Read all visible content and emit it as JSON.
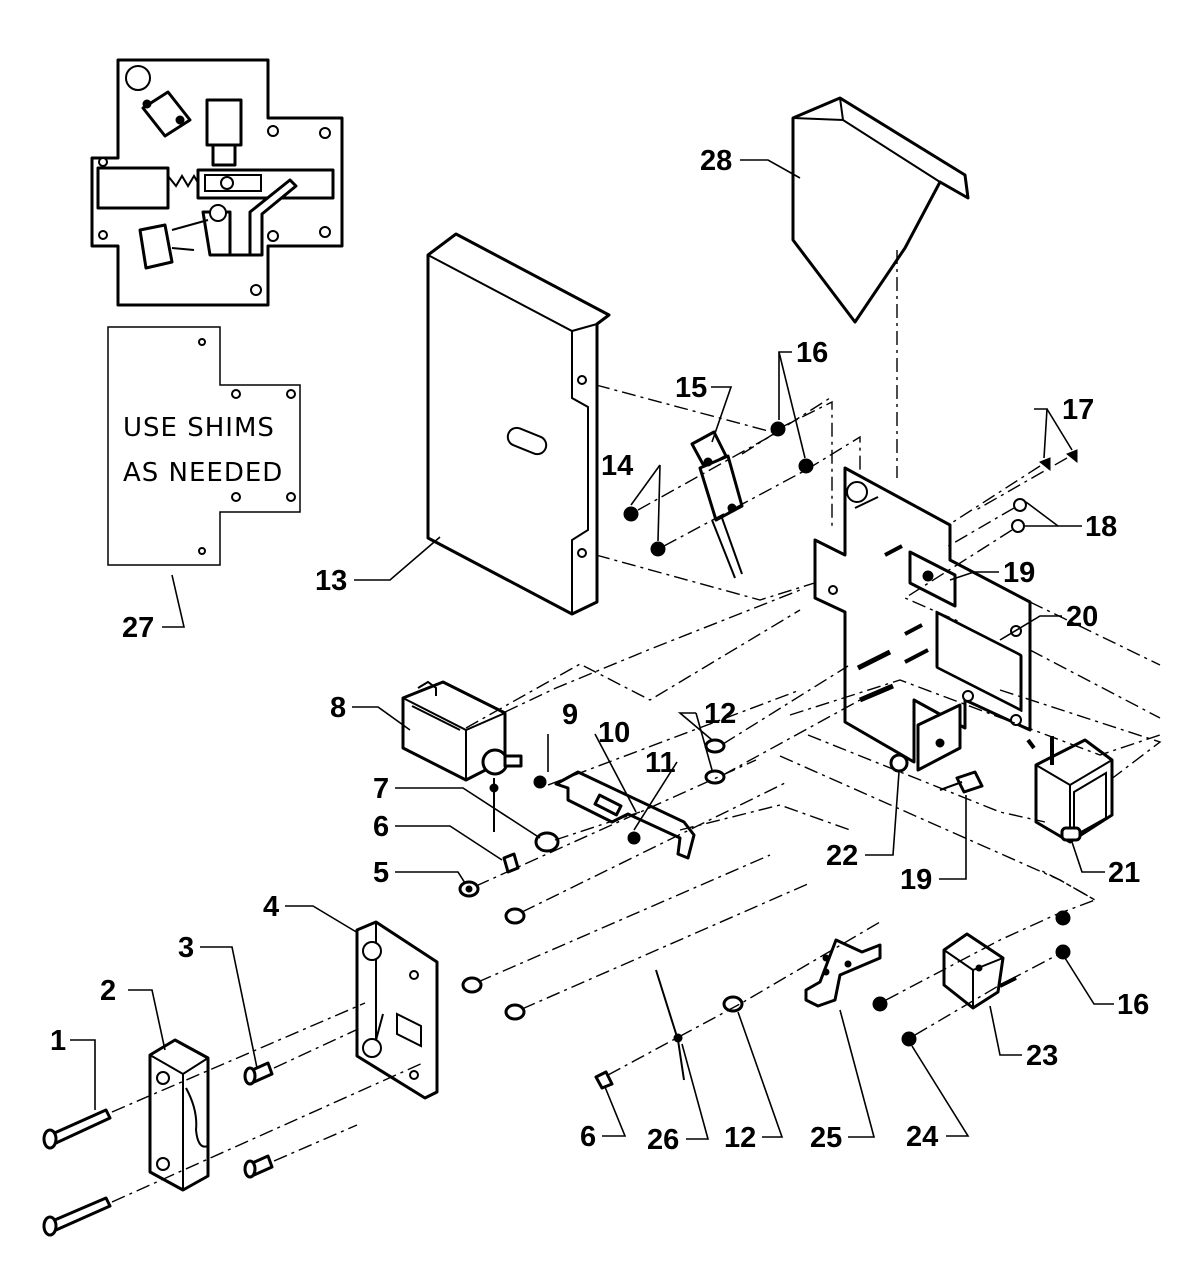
{
  "note": {
    "line1": "USE SHIMS",
    "line2": "AS NEEDED"
  },
  "callouts": {
    "c1": "1",
    "c2": "2",
    "c3": "3",
    "c4": "4",
    "c5": "5",
    "c6a": "6",
    "c6b": "6",
    "c7": "7",
    "c8": "8",
    "c9": "9",
    "c10": "10",
    "c11": "11",
    "c12a": "12",
    "c12b": "12",
    "c13": "13",
    "c14": "14",
    "c15": "15",
    "c16a": "16",
    "c16b": "16",
    "c17": "17",
    "c18": "18",
    "c19a": "19",
    "c19b": "19",
    "c20": "20",
    "c21": "21",
    "c22": "22",
    "c23": "23",
    "c24": "24",
    "c25": "25",
    "c26": "26",
    "c27": "27",
    "c28": "28"
  },
  "icons": [
    "assembled-mechanism-icon",
    "shim-plate-icon",
    "cover-plate-icon",
    "solenoid-icon",
    "switch-icon",
    "screw-icon",
    "nut-icon",
    "washer-icon"
  ]
}
